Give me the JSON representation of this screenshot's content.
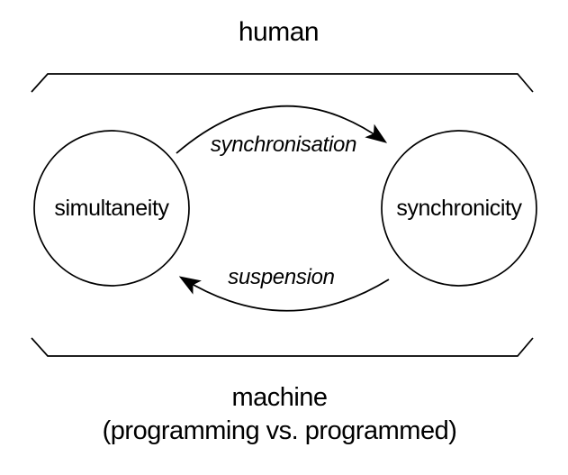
{
  "diagram": {
    "top_label": "human",
    "bottom_label": {
      "line1": "machine",
      "line2": "(programming vs. programmed)"
    },
    "nodes": [
      {
        "id": "simultaneity",
        "label": "simultaneity"
      },
      {
        "id": "synchronicity",
        "label": "synchronicity"
      }
    ],
    "edges": [
      {
        "label": "synchronisation",
        "from": "simultaneity",
        "to": "synchronicity"
      },
      {
        "label": "suspension",
        "from": "synchronicity",
        "to": "simultaneity"
      }
    ],
    "colors": {
      "ink": "#000000",
      "background": "#ffffff"
    }
  }
}
